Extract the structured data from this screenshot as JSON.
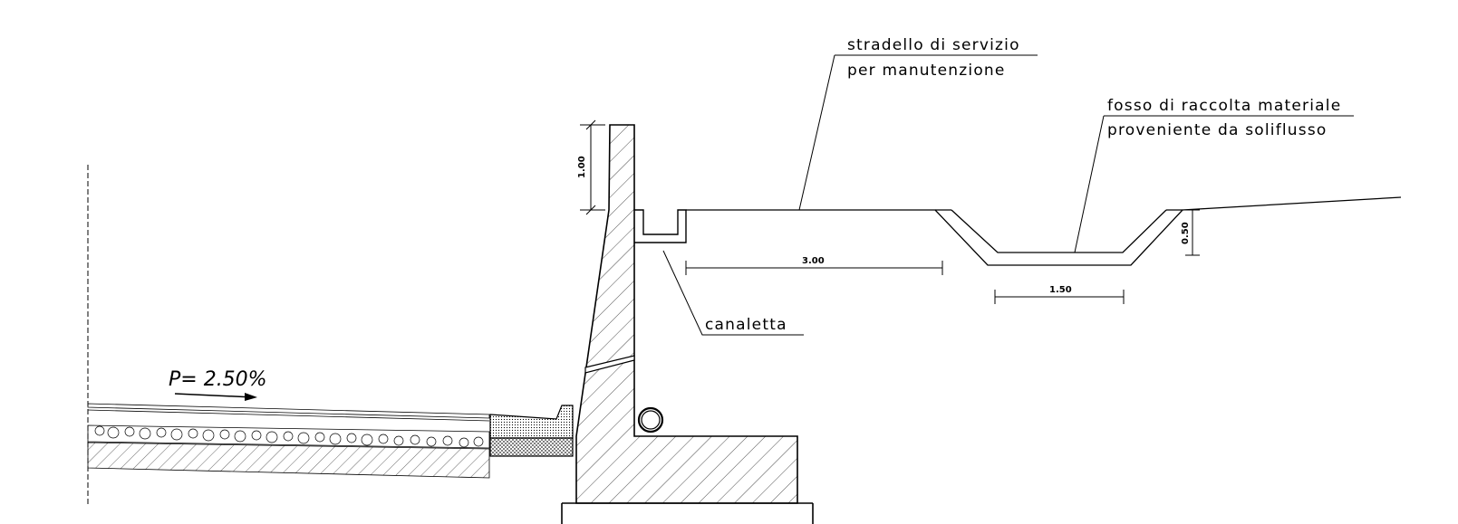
{
  "labels": {
    "service_road_line1": "stradello di servizio",
    "service_road_line2": "per manutenzione",
    "ditch_line1": "fosso di raccolta materiale",
    "ditch_line2": "proveniente da soliflusso",
    "gutter": "canaletta",
    "slope": "P= 2.50%"
  },
  "dimensions": {
    "wall_top_height": "1.00",
    "road_width": "3.00",
    "ditch_width": "1.50",
    "ditch_depth": "0.50"
  }
}
